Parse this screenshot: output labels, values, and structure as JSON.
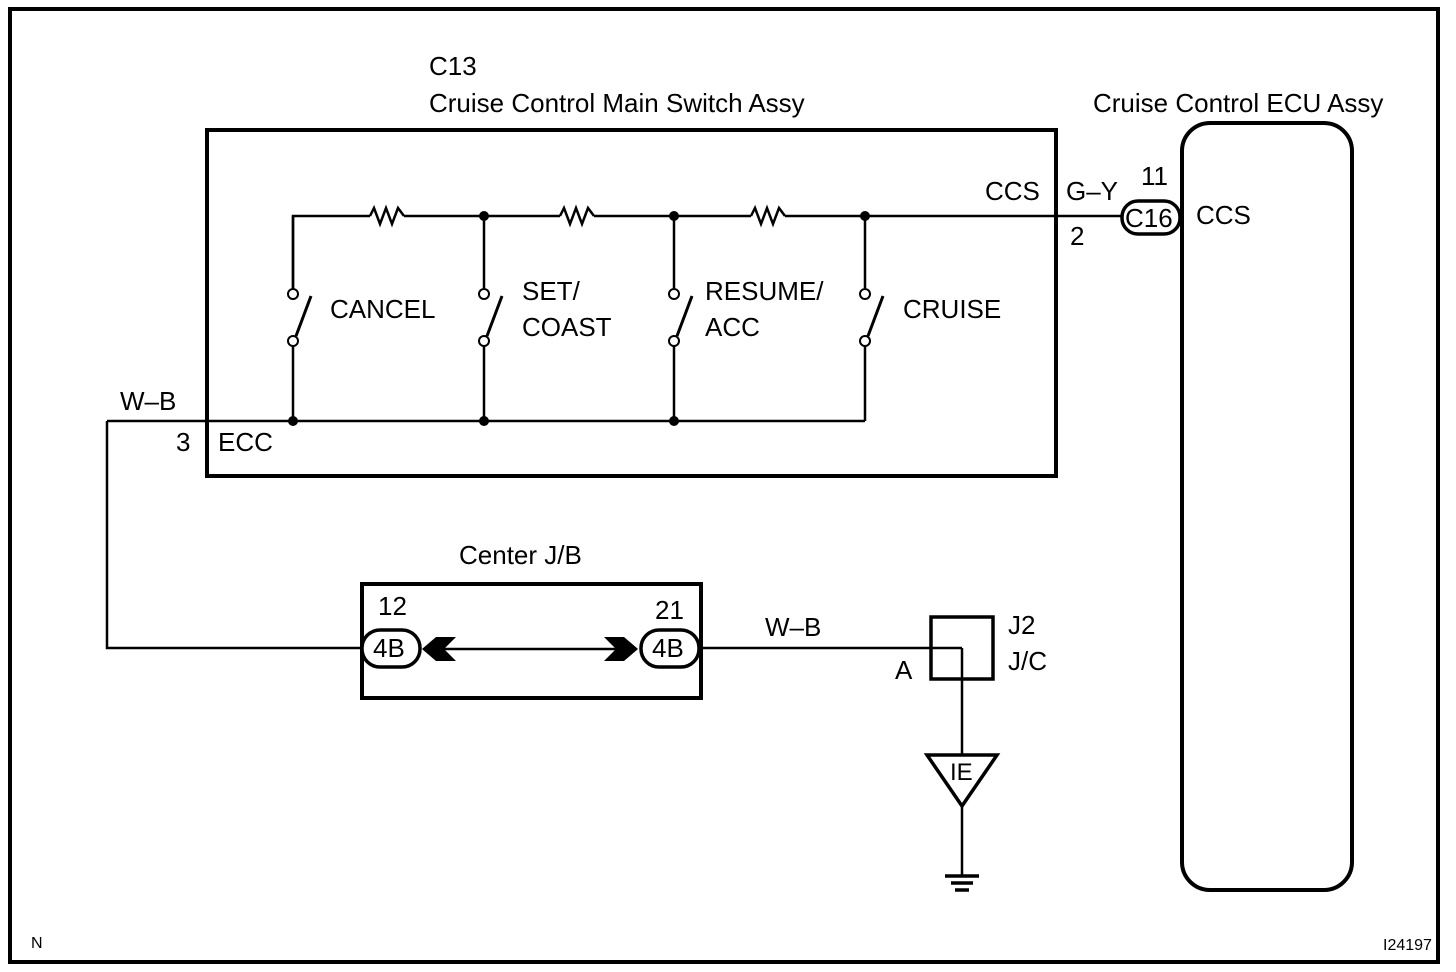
{
  "diagram": {
    "type": "wiring-diagram",
    "main_switch": {
      "connector_id": "C13",
      "title": "Cruise Control Main Switch Assy",
      "output_terminal_name": "CCS",
      "ground_terminal_name": "ECC",
      "ground_pin": "3",
      "output_pin": "2",
      "switches": [
        {
          "line1": "CANCEL",
          "line2": ""
        },
        {
          "line1": "SET/",
          "line2": "COAST"
        },
        {
          "line1": "RESUME/",
          "line2": "ACC"
        },
        {
          "line1": "CRUISE",
          "line2": ""
        }
      ]
    },
    "ecu": {
      "title": "Cruise Control ECU Assy",
      "connector_id": "C16",
      "pin": "11",
      "terminal_name": "CCS"
    },
    "wires": {
      "switch_to_ecu_color": "G–Y",
      "ground_wire_color_1": "W–B",
      "ground_wire_color_2": "W–B"
    },
    "junction_block": {
      "title": "Center J/B",
      "left_pin": "12",
      "left_connector": "4B",
      "right_pin": "21",
      "right_connector": "4B"
    },
    "junction_connector": {
      "id": "J2",
      "type": "J/C",
      "pin": "A"
    },
    "ground_point": {
      "id": "IE"
    },
    "footer": {
      "left_code": "N",
      "figure_id": "I24197"
    }
  }
}
